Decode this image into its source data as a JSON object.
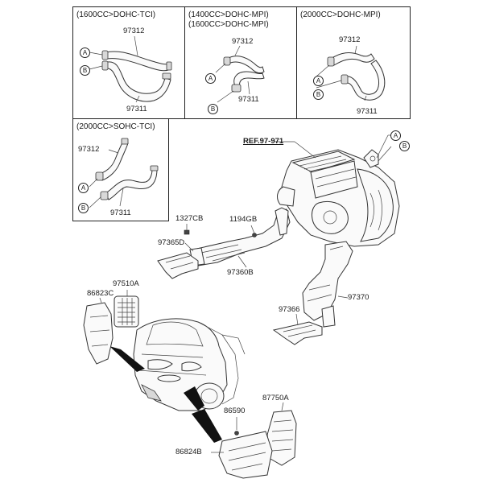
{
  "panels": [
    {
      "title": "(1600CC>DOHC-TCI)",
      "hose_top": "97312",
      "hose_bottom": "97311",
      "marker_a": "A",
      "marker_b": "B"
    },
    {
      "title_line1": "(1400CC>DOHC-MPI)",
      "title_line2": "(1600CC>DOHC-MPI)",
      "hose_top": "97312",
      "hose_bottom": "97311",
      "marker_a": "A",
      "marker_b": "B"
    },
    {
      "title": "(2000CC>DOHC-MPI)",
      "hose_top": "97312",
      "hose_bottom": "97311",
      "marker_a": "A",
      "marker_b": "B"
    },
    {
      "title": "(2000CC>SOHC-TCI)",
      "hose_top": "97312",
      "hose_bottom": "97311",
      "marker_a": "A",
      "marker_b": "B"
    }
  ],
  "main": {
    "ref_label": "REF.97-971",
    "marker_a": "A",
    "marker_b": "B",
    "parts": {
      "p1327cb": "1327CB",
      "p1194gb": "1194GB",
      "p97365d": "97365D",
      "p97360b": "97360B",
      "p97510a": "97510A",
      "p86823c": "86823C",
      "p97366": "97366",
      "p97370": "97370",
      "p87750a": "87750A",
      "p86590": "86590",
      "p86824b": "86824B"
    }
  }
}
